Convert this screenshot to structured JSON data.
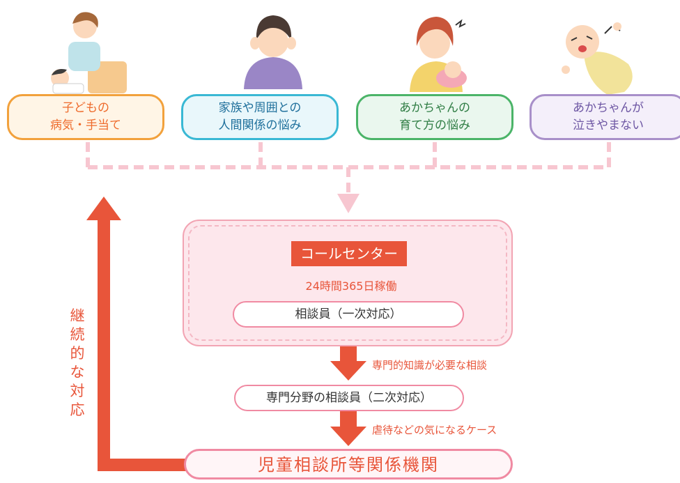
{
  "categories": [
    {
      "line1": "子どもの",
      "line2": "病気・手当て"
    },
    {
      "line1": "家族や周囲との",
      "line2": "人間関係の悩み"
    },
    {
      "line1": "あかちゃんの",
      "line2": "育て方の悩み"
    },
    {
      "line1": "あかちゃんが",
      "line2": "泣きやまない"
    }
  ],
  "call_center": {
    "title": "コールセンター",
    "hours": "24時間365日稼働",
    "first_response": "相談員（一次対応）"
  },
  "escalation_note_1": "専門的知識が必要な相談",
  "second_response": "専門分野の相談員（二次対応）",
  "escalation_note_2": "虐待などの気になるケース",
  "agency": "児童相談所等関係機関",
  "side_label_chars": [
    "継",
    "続",
    "的",
    "な",
    "対",
    "応"
  ],
  "colors": {
    "accent": "#e8553a",
    "pink_connector": "#f7c6d0",
    "orange": "#f2a13c",
    "blue": "#39b8d4",
    "green": "#4bb468",
    "purple": "#a88fc9"
  }
}
